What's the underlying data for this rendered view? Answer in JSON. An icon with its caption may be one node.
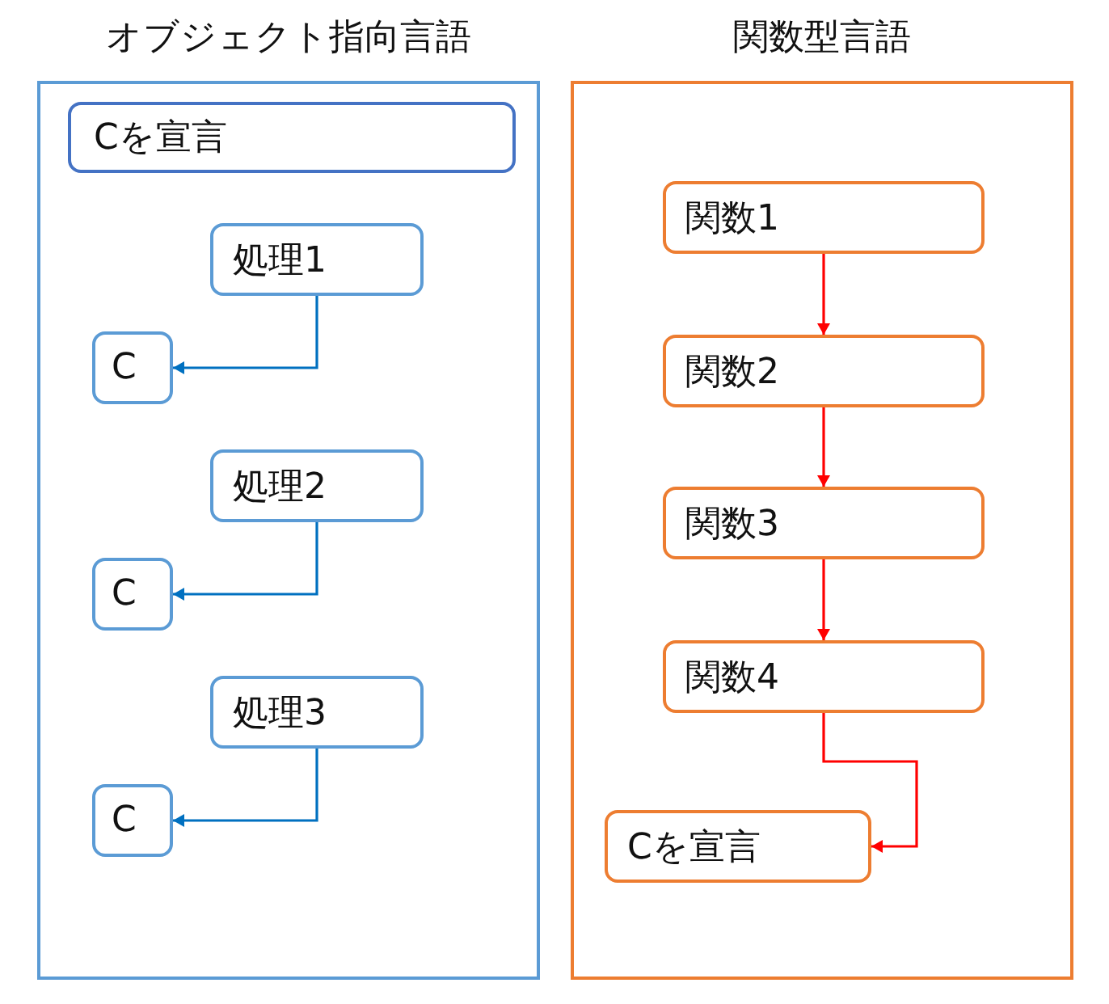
{
  "diagram": {
    "nodes": [
      {
        "text": [
          "オブジェクト指向言語"
        ]
      },
      {
        "text": [
          "Cを宣言"
        ],
        "in": 0
      },
      {
        "text": [
          "処理1"
        ],
        "in": 0
      },
      {
        "text": [
          "C"
        ],
        "in": 0
      },
      {
        "text": [
          "処理2"
        ],
        "in": 0
      },
      {
        "text": [
          "C"
        ],
        "in": 0
      },
      {
        "text": [
          "処理3"
        ],
        "in": 0
      },
      {
        "text": [
          "C"
        ],
        "in": 0
      },
      {
        "text": [
          "関数型言語"
        ]
      },
      {
        "text": [
          "関数1"
        ],
        "in": 8
      },
      {
        "text": [
          "関数2"
        ],
        "in": 8
      },
      {
        "text": [
          "関数3"
        ],
        "in": 8
      },
      {
        "text": [
          "関数4"
        ],
        "in": 8
      },
      {
        "text": [
          "Cを宣言"
        ],
        "in": 8
      }
    ],
    "edges": [
      {
        "from": 2,
        "to": 3,
        "arrow": "to",
        "color": "#0070c0"
      },
      {
        "from": 4,
        "to": 5,
        "arrow": "to",
        "color": "#0070c0"
      },
      {
        "from": 6,
        "to": 7,
        "arrow": "to",
        "color": "#0070c0"
      },
      {
        "from": 9,
        "to": 10,
        "arrow": "to"
      },
      {
        "from": 10,
        "to": 11,
        "arrow": "to"
      },
      {
        "from": 11,
        "to": 12,
        "arrow": "to"
      },
      {
        "from": 12,
        "to": 13,
        "arrow": "to"
      }
    ]
  }
}
